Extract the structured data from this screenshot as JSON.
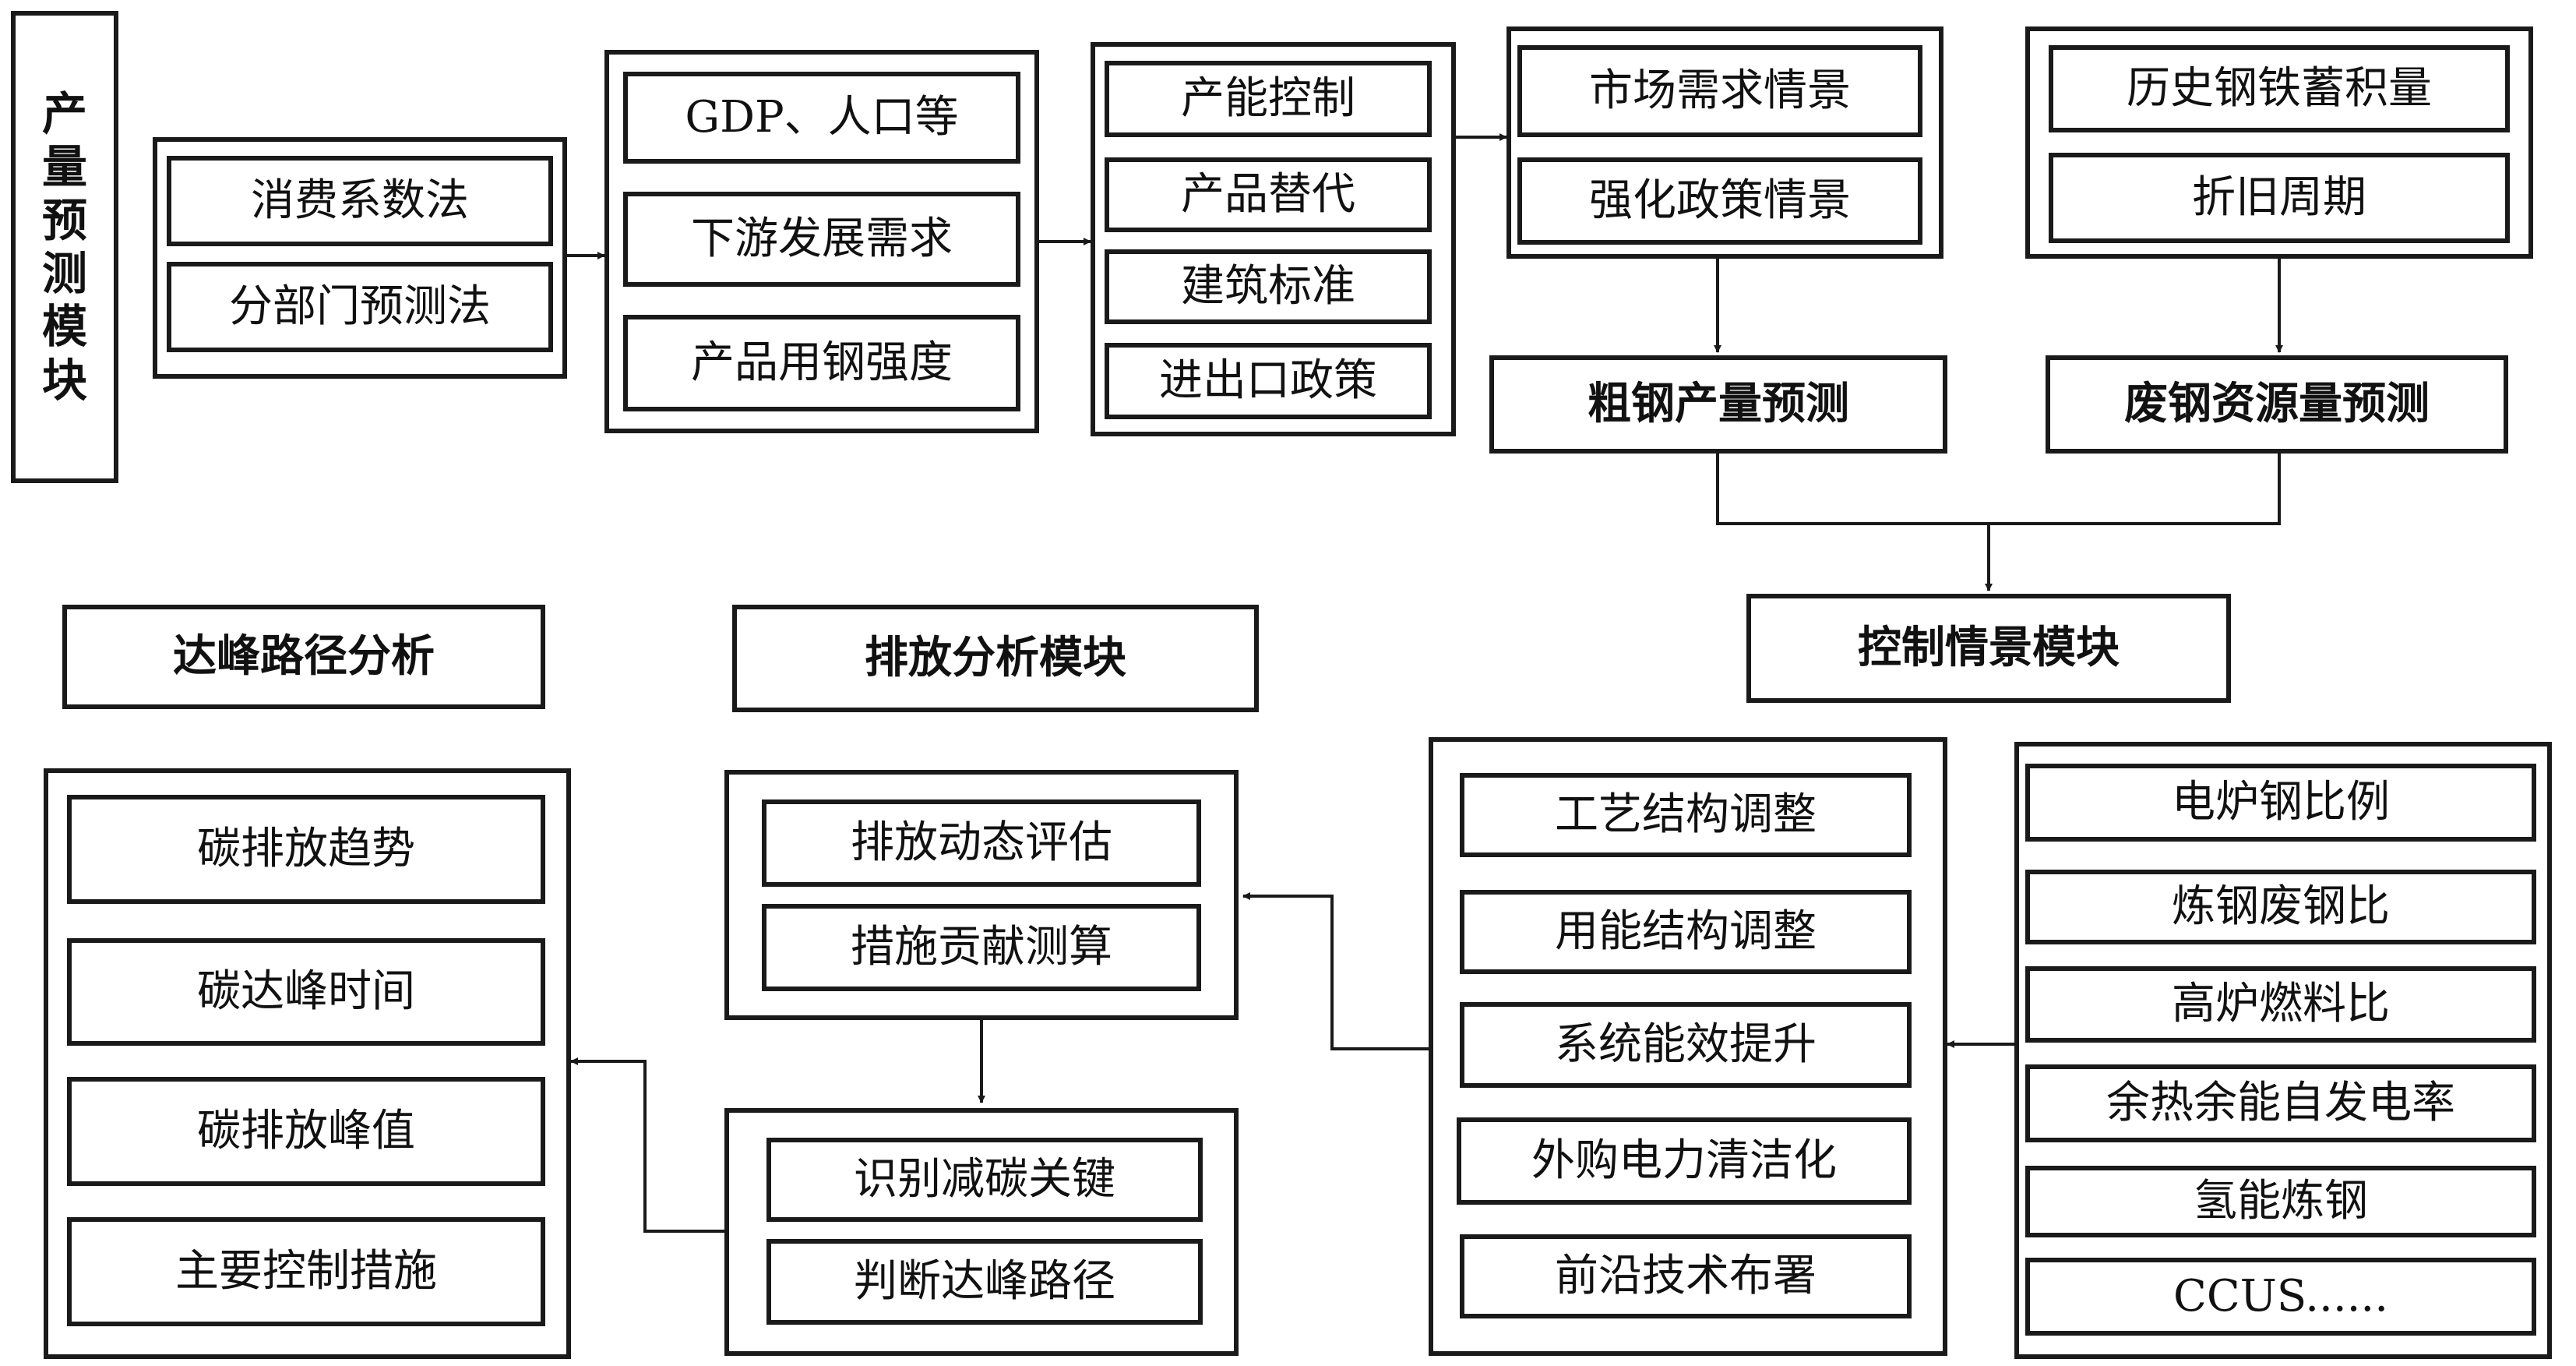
{
  "production_module": {
    "title": "产\n量\n预\n测\n模\n块",
    "methods": [
      "消费系数法",
      "分部门预测法"
    ],
    "drivers": [
      "GDP、人口等",
      "下游发展需求",
      "产品用钢强度"
    ],
    "policies": [
      "产能控制",
      "产品替代",
      "建筑标准",
      "进出口政策"
    ],
    "scenarios": [
      "市场需求情景",
      "强化政策情景"
    ],
    "crude_steel_forecast": "粗钢产量预测",
    "scrap_inputs": [
      "历史钢铁蓄积量",
      "折旧周期"
    ],
    "scrap_forecast": "废钢资源量预测"
  },
  "control_module": {
    "title": "控制情景模块",
    "measures": [
      "工艺结构调整",
      "用能结构调整",
      "系统能效提升",
      "外购电力清洁化",
      "前沿技术布署"
    ],
    "parameters": [
      "电炉钢比例",
      "炼钢废钢比",
      "高炉燃料比",
      "余热余能自发电率",
      "氢能炼钢",
      "CCUS......"
    ]
  },
  "emission_module": {
    "title": "排放分析模块",
    "assessment": [
      "排放动态评估",
      "措施贡献测算"
    ],
    "identification": [
      "识别减碳关键",
      "判断达峰路径"
    ]
  },
  "peak_analysis": {
    "title": "达峰路径分析",
    "items": [
      "碳排放趋势",
      "碳达峰时间",
      "碳排放峰值",
      "主要控制措施"
    ]
  }
}
